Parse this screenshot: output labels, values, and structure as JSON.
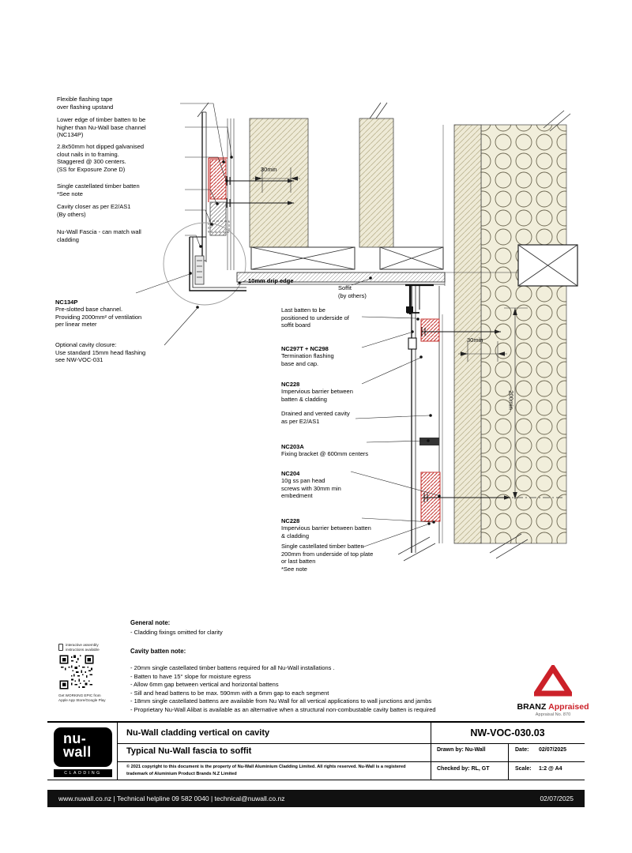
{
  "colors": {
    "timber_fill": "#eeead6",
    "flashing_red": "#c4322e",
    "branz_red": "#cc2129",
    "footer_bg": "#111111"
  },
  "drawing": {
    "callouts": {
      "flexible_tape": "Flexible flashing tape\nover flashing upstand",
      "lower_edge": "Lower edge of timber batten to be\nhigher than Nu-Wall base channel\n(NC134P)",
      "clout_nails": "2.8x50mm hot dipped galvanised\nclout nails in to framing.\nStaggered @ 300 centers.\n(SS for Exposure Zone D)",
      "single_batten": "Single castellated timber batten\n*See note",
      "cavity_closer": "Cavity closer as per E2/AS1\n(By others)",
      "fascia": "Nu-Wall Fascia - can match wall\ncladding",
      "nc134p_title": "NC134P",
      "nc134p_body": "Pre-slotted base channel.\nProviding 2000mm² of ventilation\nper linear meter",
      "optional_closure": "Optional cavity closure:\nUse standard 15mm head flashing\nsee NW-VOC-031",
      "drip_edge": "10mm drip edge",
      "soffit": "Soffit\n(by others)",
      "last_batten": "Last batten to be\npositioned to underside of\nsoffit board",
      "nc297t_title": "NC297T + NC298",
      "nc297t_body": "Termination flashing\nbase and cap.",
      "nc228_top_title": "NC228",
      "nc228_top_body": "Impervious barrier between\nbatten & cladding",
      "drained": "Drained and vented cavity\nas per  E2/AS1",
      "nc203a_title": "NC203A",
      "nc203a_body": "Fixing bracket @ 600mm centers",
      "nc204_title": "NC204",
      "nc204_body": "10g ss pan head\nscrews with 30mm min\nembedment",
      "nc228_bottom_title": "NC228",
      "nc228_bottom_body": "Impervious barrier between batten\n& cladding",
      "single_batten_bottom": "Single castellated timber batten\n200mm from underside of top plate\nor last batten\n*See note"
    },
    "dimensions": {
      "top_offset": "30min",
      "right_offset": "30min",
      "vertical_spacing": "200min"
    }
  },
  "notes": {
    "general_title": "General note:",
    "general_items": [
      "- Cladding fixings omitted for clarity"
    ],
    "batten_title": "Cavity batten note:",
    "batten_items": [
      "- 20mm single castellated timber battens required for all Nu-Wall installations .",
      "- Batten to have 15° slope for moisture egress",
      "- Allow 6mm gap between vertical and horizontal battens",
      "- Sill and head battens to be max. 590mm with a 6mm gap to each segment",
      "- 18mm single castellated battens are available from Nu Wall for all vertical applications to wall junctions and jambs",
      "- Proprietary Nu-Wall Alibat is available as an alternative when a structural non-combustable cavity batten is required"
    ]
  },
  "qr": {
    "caption_top": "interactive assembly\ninstructions available",
    "caption_bottom": "Get WORKING EPIC from\nApple App Store/Google Play"
  },
  "branz": {
    "brand": "BRANZ",
    "status": "Appraised",
    "appraisal_no": "Appraisal No. 870"
  },
  "title_block": {
    "logo_top": "nu-",
    "logo_bottom": "wall",
    "logo_sub": "CLADDING",
    "title": "Nu-Wall cladding vertical on cavity",
    "subtitle": "Typical Nu-Wall fascia to soffit",
    "copyright": "© 2021 copyright to this document is the property of Nu-Wall Aluminium Cladding Limited.  All rights reserved.  Nu-Wall is a registered trademark of Aluminium Product Brands N.Z Limited",
    "drawing_number": "NW-VOC-030.03",
    "drawn_by": "Drawn by: Nu-Wall",
    "date_label": "Date:",
    "date_value": "02/07/2025",
    "checked_by": "Checked by: RL, GT",
    "scale_label": "Scale:",
    "scale_value": "1:2 @ A4"
  },
  "footer": {
    "contact": "www.nuwall.co.nz   |   Technical helpline 09 582 0040   |   technical@nuwall.co.nz",
    "date": "02/07/2025"
  }
}
